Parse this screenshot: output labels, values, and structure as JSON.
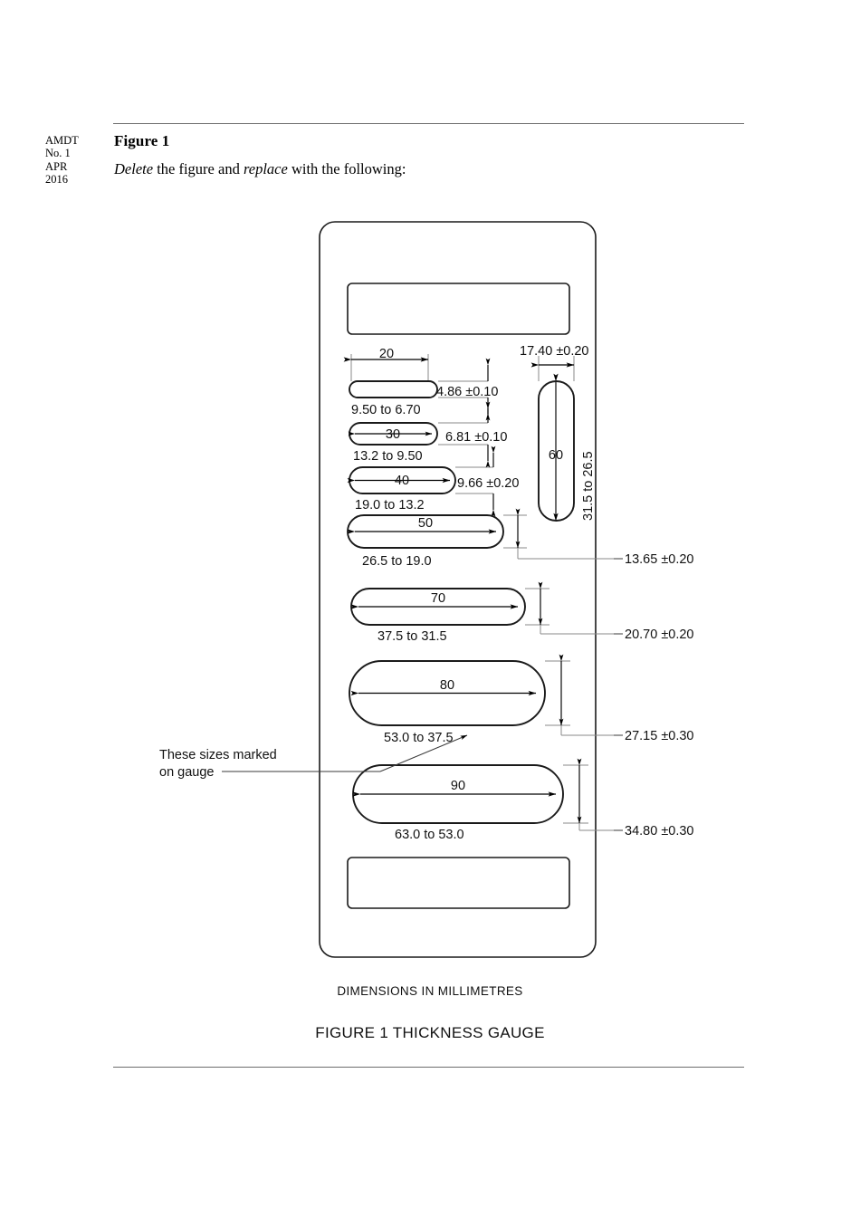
{
  "document": {
    "amendment_block": "AMDT\nNo. 1\nAPR\n2016",
    "figure_heading": "Figure 1",
    "instruction": {
      "word_delete": "Delete",
      "mid": " the figure and ",
      "word_replace": "replace",
      "tail": " with the following:"
    },
    "caption_units": "DIMENSIONS IN MILLIMETRES",
    "caption_title": "FIGURE  1   THICKNESS GAUGE"
  },
  "drawing": {
    "note_leader": "These sizes marked\non gauge",
    "note_leader_line1": "These sizes marked",
    "note_leader_line2": "on gauge",
    "vertical_slot": {
      "width_label": "17.40 ±0.20",
      "length_label": "60",
      "range_label": "31.5 to 26.5"
    },
    "slots": [
      {
        "size": "20",
        "range": "9.50 to 6.70",
        "thickness": "4.86 ±0.10"
      },
      {
        "size": "30",
        "range": "13.2 to 9.50",
        "thickness": "6.81 ±0.10"
      },
      {
        "size": "40",
        "range": "19.0 to 13.2",
        "thickness": "9.66 ±0.20"
      },
      {
        "size": "50",
        "range": "26.5 to 19.0",
        "thickness": "13.65 ±0.20"
      },
      {
        "size": "70",
        "range": "37.5 to 31.5",
        "thickness": "20.70 ±0.20"
      },
      {
        "size": "80",
        "range": "53.0 to 37.5",
        "thickness": "27.15 ±0.30"
      },
      {
        "size": "90",
        "range": "63.0 to 53.0",
        "thickness": "34.80 ±0.30"
      }
    ]
  },
  "colors": {
    "ink": "#000000",
    "rule": "#6d6d6d",
    "thin": "#8a8a8a"
  }
}
